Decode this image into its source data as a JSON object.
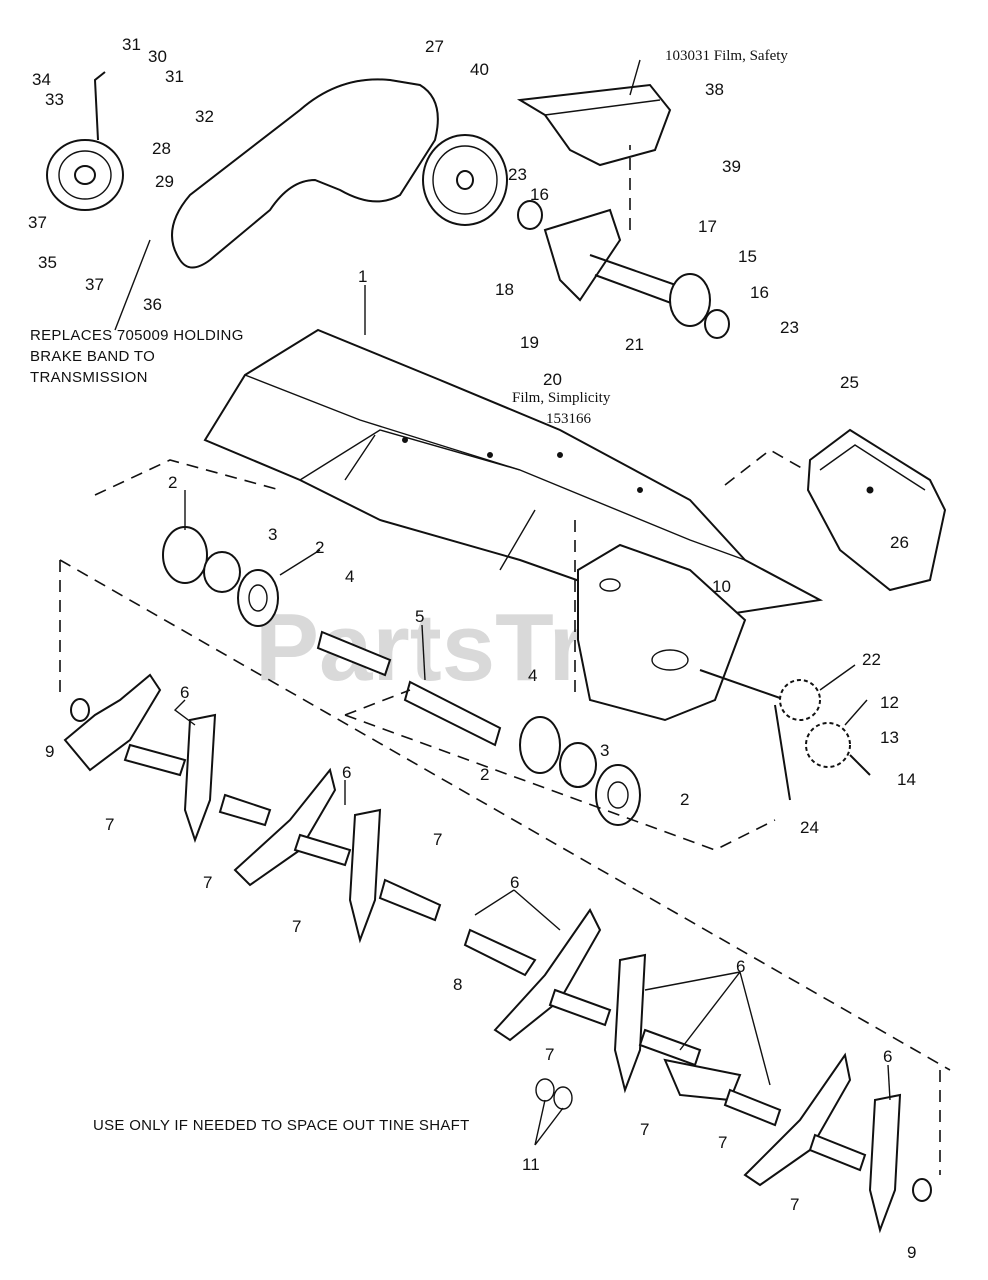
{
  "watermark": "PartsTree",
  "notes": {
    "safety_film": "103031  Film, Safety",
    "simplicity_film_line1": "Film, Simplicity",
    "simplicity_film_line2": "153166",
    "replaces_line1": "REPLACES 705009 HOLDING",
    "replaces_line2": "BRAKE BAND TO",
    "replaces_line3": "TRANSMISSION",
    "spacer_note": "USE ONLY IF NEEDED TO SPACE OUT TINE SHAFT"
  },
  "callouts": [
    "1",
    "2",
    "2",
    "2",
    "2",
    "3",
    "3",
    "4",
    "4",
    "5",
    "6",
    "6",
    "6",
    "6",
    "6",
    "7",
    "7",
    "7",
    "7",
    "7",
    "7",
    "7",
    "7",
    "8",
    "9",
    "9",
    "10",
    "11",
    "12",
    "13",
    "14",
    "15",
    "16",
    "16",
    "17",
    "18",
    "19",
    "20",
    "21",
    "22",
    "23",
    "23",
    "24",
    "25",
    "26",
    "27",
    "28",
    "29",
    "30",
    "31",
    "31",
    "32",
    "33",
    "34",
    "35",
    "36",
    "37",
    "37",
    "38",
    "39",
    "40"
  ]
}
